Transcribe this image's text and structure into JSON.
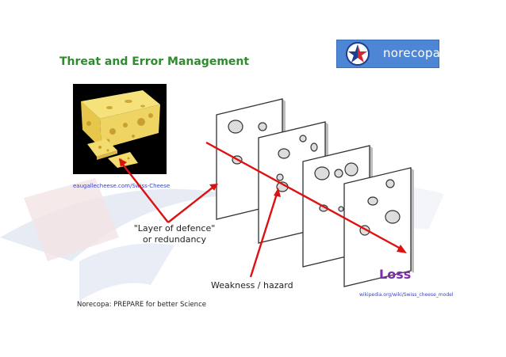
{
  "title": "Threat and Error Management",
  "logo": {
    "text": "norecopa",
    "icon": "norecopa-star-logo-icon",
    "colors": {
      "background": "#4d86d4",
      "star_red": "#d8262e",
      "star_blue": "#1a3f8f"
    }
  },
  "photo": {
    "subject": "swiss-cheese-photo",
    "source": "eaugallecheese.com/Swiss-Cheese"
  },
  "diagram": {
    "layer_label": "\"Layer of defence\"\nor redundancy",
    "weakness_label": "Weakness / hazard",
    "outcome_label": "Loss",
    "source": "wikipedia.org/wiki/Swiss_cheese_model",
    "colors": {
      "arrow": "#dd1111",
      "outcome": "#7b2fa8",
      "title": "#2e8b2e"
    }
  },
  "footer": "Norecopa: PREPARE for better Science"
}
